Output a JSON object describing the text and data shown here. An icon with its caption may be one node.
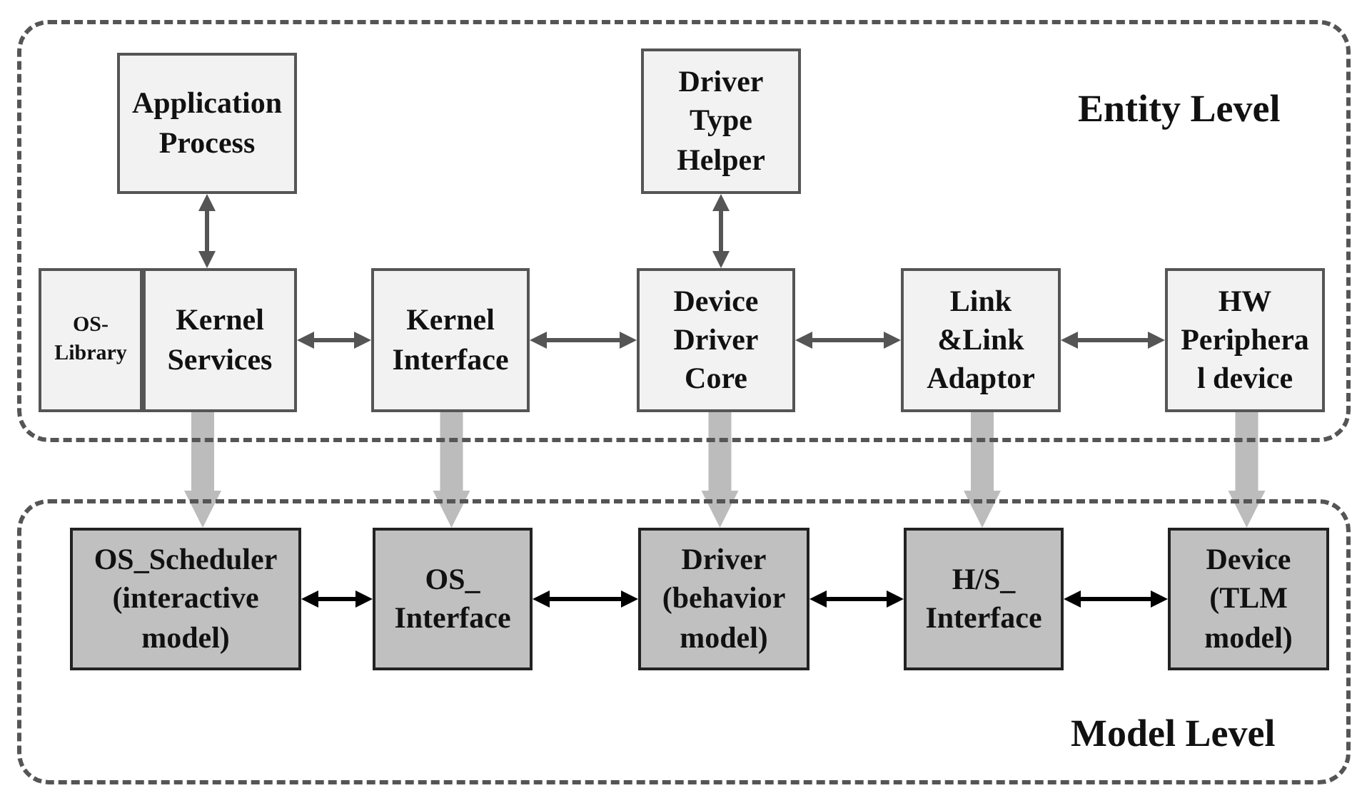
{
  "diagram": {
    "nodes": [
      {
        "text": [
          "Entity Level"
        ]
      },
      {
        "text": [
          "Application Process"
        ],
        "in": 0
      },
      {
        "text": [
          "Driver Type Helper"
        ],
        "in": 0
      },
      {
        "text": [
          "OS-Library"
        ],
        "in": 0
      },
      {
        "text": [
          "Kernel Services"
        ],
        "in": 0
      },
      {
        "text": [
          "Kernel Interface"
        ],
        "in": 0
      },
      {
        "text": [
          "Device Driver Core"
        ],
        "in": 0
      },
      {
        "text": [
          "Link &Link Adaptor"
        ],
        "in": 0
      },
      {
        "text": [
          "HW Periphera l device"
        ],
        "in": 0
      },
      {
        "text": [
          "Model Level"
        ]
      },
      {
        "text": [
          "OS_Scheduler (interactive model)"
        ],
        "in": 9
      },
      {
        "text": [
          "OS_ Interface"
        ],
        "in": 9
      },
      {
        "text": [
          "Driver (behavior model)"
        ],
        "in": 9
      },
      {
        "text": [
          "H/S_ Interface"
        ],
        "in": 9
      },
      {
        "text": [
          "Device (TLM model)"
        ],
        "in": 9
      }
    ],
    "edges": [
      {
        "from": 1,
        "to": 4,
        "arrow": "both"
      },
      {
        "from": 2,
        "to": 6,
        "arrow": "both"
      },
      {
        "from": 4,
        "to": 5,
        "arrow": "both"
      },
      {
        "from": 5,
        "to": 6,
        "arrow": "both"
      },
      {
        "from": 6,
        "to": 7,
        "arrow": "both"
      },
      {
        "from": 7,
        "to": 8,
        "arrow": "both"
      },
      {
        "from": 4,
        "to": 10,
        "arrow": "to",
        "style": "thick",
        "color": "#bcbcbc"
      },
      {
        "from": 5,
        "to": 11,
        "arrow": "to",
        "style": "thick",
        "color": "#bcbcbc"
      },
      {
        "from": 6,
        "to": 12,
        "arrow": "to",
        "style": "thick",
        "color": "#bcbcbc"
      },
      {
        "from": 7,
        "to": 13,
        "arrow": "to",
        "style": "thick",
        "color": "#bcbcbc"
      },
      {
        "from": 8,
        "to": 14,
        "arrow": "to",
        "style": "thick",
        "color": "#bcbcbc"
      },
      {
        "from": 10,
        "to": 11,
        "arrow": "both",
        "color": "#000000"
      },
      {
        "from": 11,
        "to": 12,
        "arrow": "both",
        "color": "#000000"
      },
      {
        "from": 12,
        "to": 13,
        "arrow": "both",
        "color": "#000000"
      },
      {
        "from": 13,
        "to": 14,
        "arrow": "both",
        "color": "#000000"
      }
    ]
  }
}
